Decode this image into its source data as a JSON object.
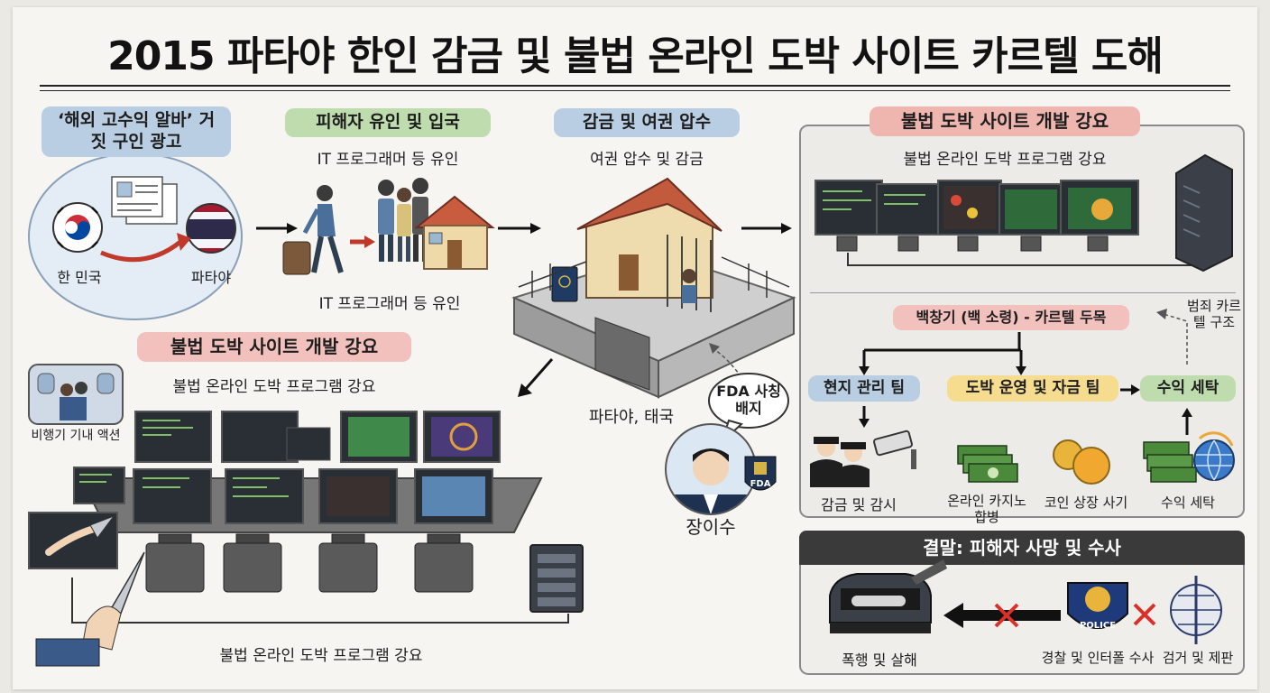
{
  "title": "2015 파타야 한인 감금 및 불법 온라인 도박 사이트 카르텔 도해",
  "colors": {
    "accent_blue": "#b9cde3",
    "accent_green": "#bfdcae",
    "accent_red": "#efb6b0",
    "accent_yellow": "#f5dc8f",
    "dark": "#3a3a3a",
    "x_red": "#d9302a"
  },
  "step1": {
    "heading": "‘해외 고수익 알바’ 거짓 구인 광고",
    "from_label": "한 민국",
    "to_label": "파타야"
  },
  "step2": {
    "heading": "피해자 유인 및 입국",
    "subtitle": "IT 프로그래머 등 유인",
    "caption": "IT 프로그래머 등 유인"
  },
  "step3": {
    "heading": "감금 및 여권 압수",
    "subtitle": "여권 압수 및 감금",
    "location": "파타야, 태국",
    "speech": "FDA 사칭 배지",
    "person": "장이수",
    "badge": "FDA"
  },
  "step4": {
    "heading": "불법 도박 사이트 개발 강요",
    "subtitle": "불법 온라인 도박 프로그램 강요"
  },
  "left_bottom": {
    "heading": "불법 도박 사이트 개발 강요",
    "subtitle": "불법 온라인 도박 프로그램 강요",
    "plane_label": "비행기 기내 액션",
    "caption": "불법 온라인 도박 프로그램 강요"
  },
  "cartel": {
    "side_label": "범죄 카르텔 구조",
    "boss": "백창기 (백 소령) - 카르텔 두목",
    "team_local": "현지 관리 팀",
    "team_ops": "도박 운영 및 자금 팀",
    "team_laundry": "수익 세탁",
    "cap_confine": "감금 및 감시",
    "cap_casino": "온라인 카지노 합병",
    "cap_coin": "코인 상장 사기",
    "cap_laundry": "수익 세탁"
  },
  "ending": {
    "heading": "결말: 피해자 사망 및 수사",
    "cap_assault": "폭행 및 살해",
    "cap_police": "경찰 및 인터폴 수사",
    "cap_arrest": "검거 및 제판",
    "police_text": "POLICE"
  }
}
